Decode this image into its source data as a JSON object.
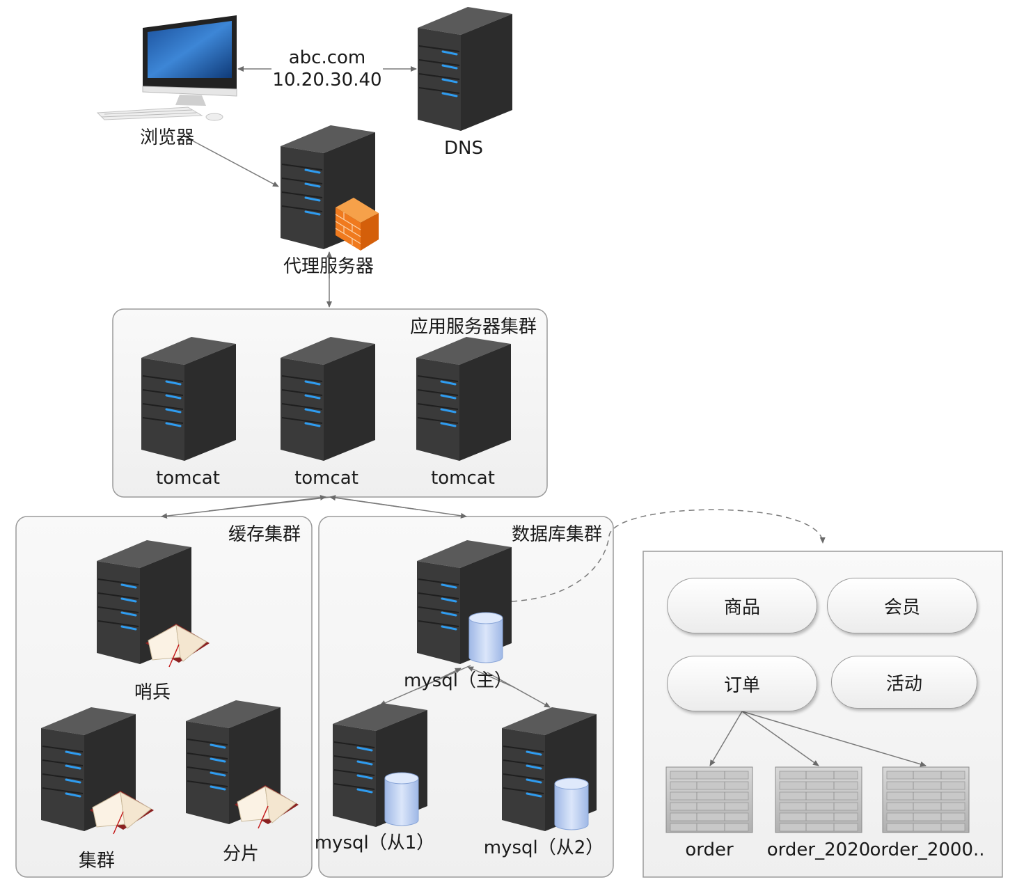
{
  "top": {
    "browser_label": "浏览器",
    "dns_label": "DNS",
    "domain": "abc.com",
    "ip": "10.20.30.40",
    "proxy_label": "代理服务器"
  },
  "app_cluster": {
    "title": "应用服务器集群",
    "servers": [
      "tomcat",
      "tomcat",
      "tomcat"
    ]
  },
  "cache_cluster": {
    "title": "缓存集群",
    "nodes": [
      "哨兵",
      "集群",
      "分片"
    ]
  },
  "db_cluster": {
    "title": "数据库集群",
    "master": "mysql（主）",
    "slave1": "mysql（从1）",
    "slave2": "mysql（从2）"
  },
  "shard": {
    "modules": [
      "商品",
      "会员",
      "订单",
      "活动"
    ],
    "tables": [
      "order",
      "order_2020",
      "order_2000.."
    ]
  },
  "colors": {
    "server_body": "#3a3a3a",
    "server_top": "#5a5a5a",
    "led": "#2f9cf0",
    "group_fill": "#f4f4f4",
    "group_border": "#9a9a9a",
    "firewall": "#f07a1e",
    "db_cylinder": "#b8cdf0"
  }
}
